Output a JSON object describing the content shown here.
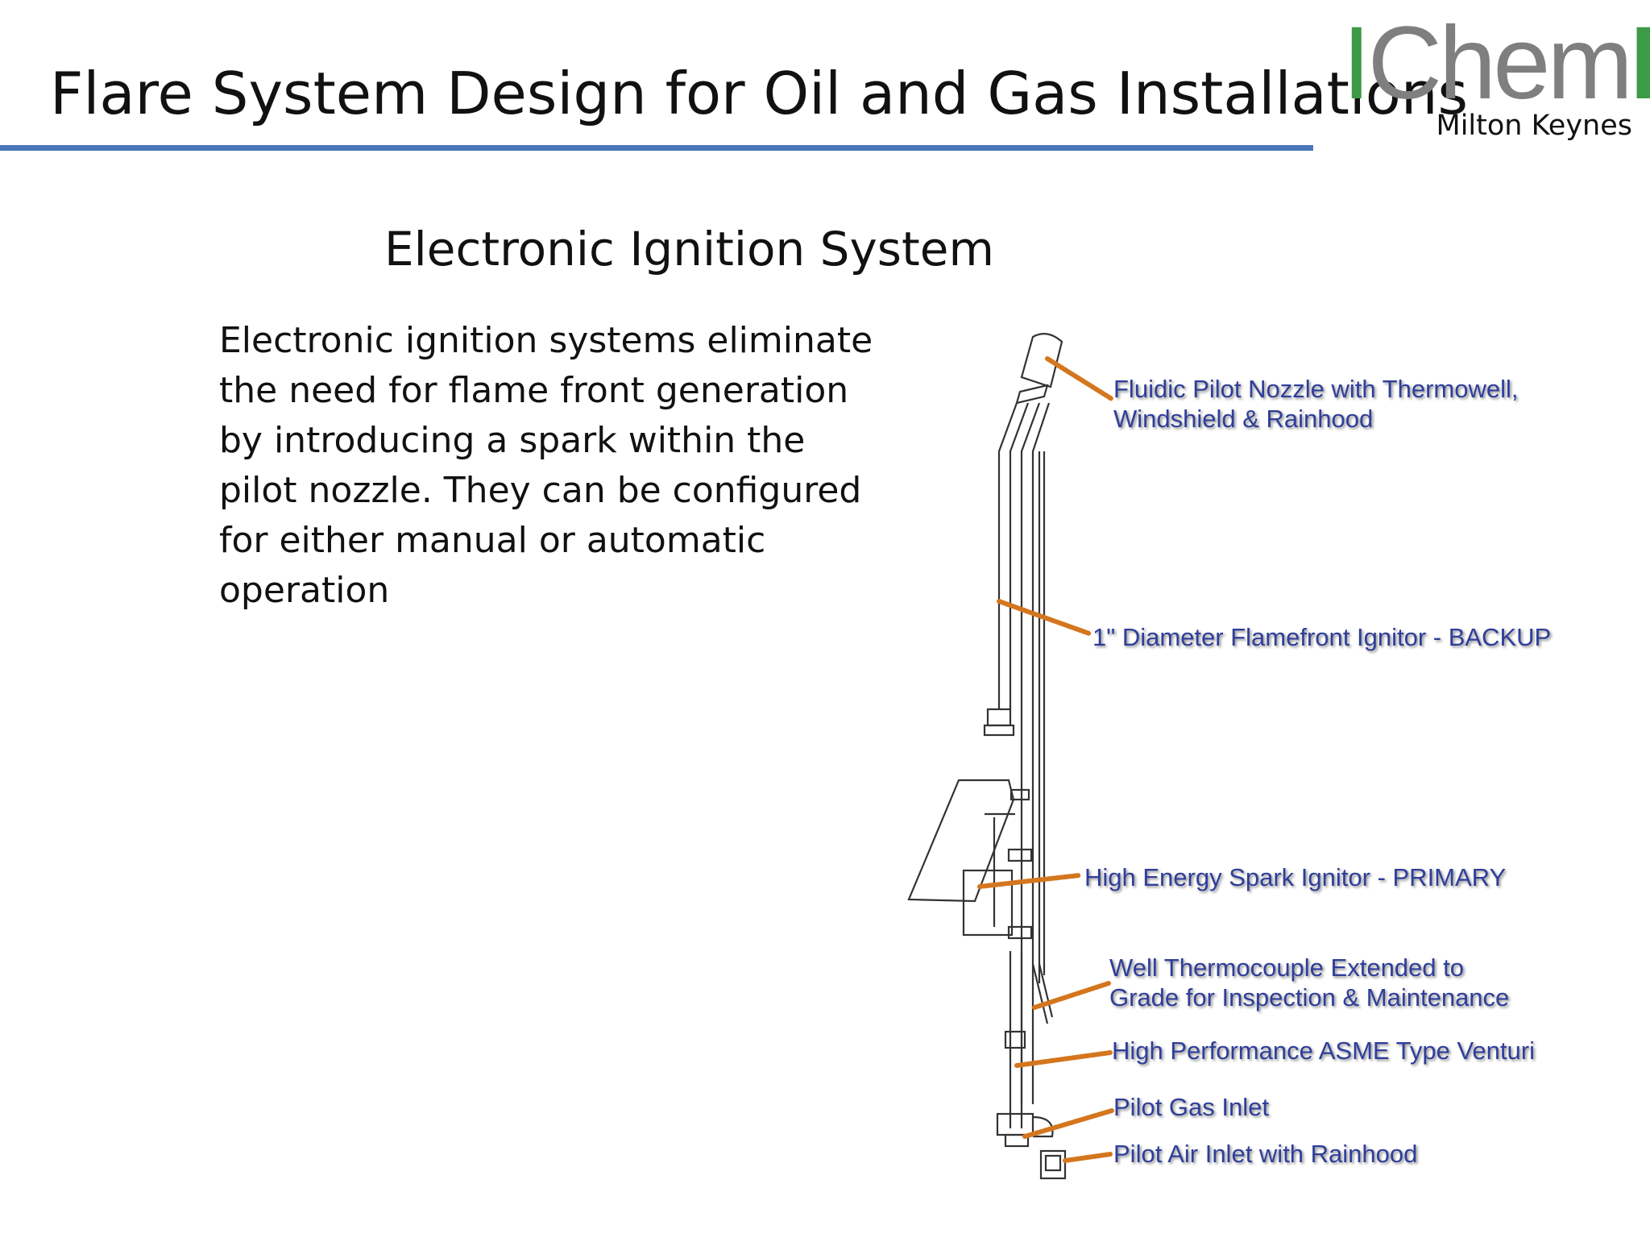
{
  "header": {
    "title": "Flare System Design for Oil and Gas Installations",
    "accent_color": "#4a78b8"
  },
  "logo": {
    "word_prefix": "I",
    "word_middle": "Chem",
    "word_suffix": "E",
    "city": "Milton Keynes",
    "green": "#3d9a46",
    "grey": "#7f7f7f"
  },
  "slide": {
    "subtitle": "Electronic Ignition System",
    "body": "Electronic ignition systems eliminate the need for flame front generation by introducing a spark within the pilot nozzle. They can be configured for either manual or automatic operation"
  },
  "diagram": {
    "leader_color": "#d4761e",
    "label_color": "#2f3e9a",
    "callouts": [
      {
        "line1": "Fluidic Pilot Nozzle with Thermowell,",
        "line2": "Windshield & Rainhood"
      },
      {
        "line1": "1\" Diameter Flamefront Ignitor - BACKUP",
        "line2": ""
      },
      {
        "line1": "High Energy Spark Ignitor - PRIMARY",
        "line2": ""
      },
      {
        "line1": "Well Thermocouple Extended to",
        "line2": "Grade for Inspection & Maintenance"
      },
      {
        "line1": "High Performance ASME Type Venturi",
        "line2": ""
      },
      {
        "line1": "Pilot Gas Inlet",
        "line2": ""
      },
      {
        "line1": "Pilot Air Inlet with Rainhood",
        "line2": ""
      }
    ]
  }
}
